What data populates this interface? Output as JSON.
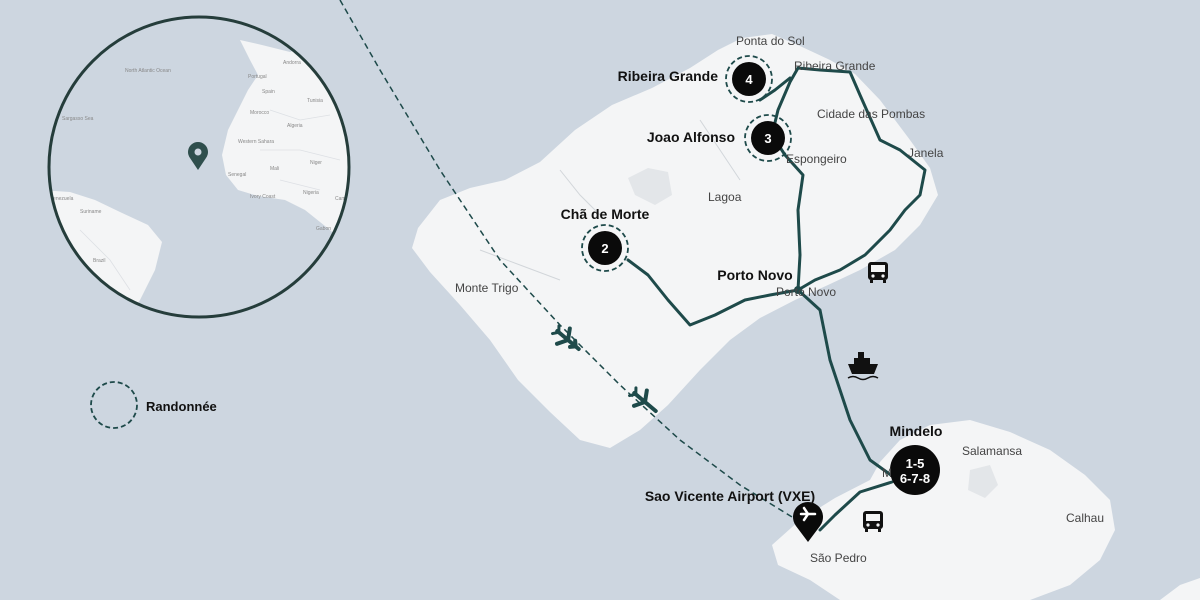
{
  "colors": {
    "sea": "#cdd6e0",
    "land": "#f4f5f6",
    "route": "#1e4a4a",
    "marker": "#0a0a0a"
  },
  "islands": {
    "santo_antao_places": [
      "Ponta do Sol",
      "Ribeira Grande",
      "Cidade das Pombas",
      "Janela",
      "Espongeiro",
      "Lagoa",
      "Monte Trigo",
      "Porto Novo"
    ],
    "sao_vicente_places": [
      "Salamansa",
      "Calhau",
      "São Pedro",
      "M"
    ]
  },
  "locations": {
    "ribeira_grande": "Ribeira Grande",
    "joao_alfonso": "Joao Alfonso",
    "cha_de_morte": "Chã de Morte",
    "porto_novo": "Porto Novo",
    "mindelo": "Mindelo",
    "airport": "Sao Vicente Airport (VXE)"
  },
  "stages": {
    "ribeira_grande": "4",
    "joao_alfonso": "3",
    "cha_de_morte": "2",
    "mindelo_line1": "1-5",
    "mindelo_line2": "6-7-8"
  },
  "inset": {
    "labels": [
      "North Atlantic Ocean",
      "Portugal",
      "Andorra",
      "Spain",
      "Morocco",
      "Algeria",
      "Tunisia",
      "Mali",
      "Niger",
      "Nigeria",
      "Senegal",
      "Ivory Coast",
      "Suriname",
      "Brazil",
      "Sargasso Sea",
      "Gabon",
      "Cameroon",
      "Venezuela",
      "Western Sahara"
    ]
  },
  "icons": [
    "airplane-icon",
    "bus-icon",
    "ship-icon",
    "location-pin-icon",
    "airport-pin-icon"
  ],
  "legend": {
    "hike_label": "Randonnée"
  }
}
